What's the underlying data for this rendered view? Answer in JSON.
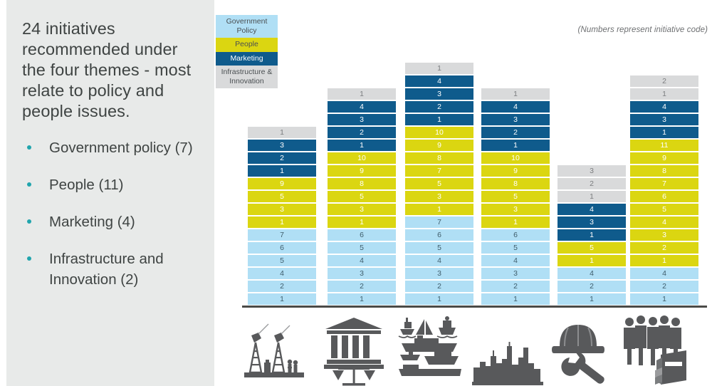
{
  "slide": {
    "headline": "24 initiatives recommended under the four themes - most relate to policy and people issues.",
    "bullets": [
      {
        "label": "Government policy (7)"
      },
      {
        "label": "People (11)"
      },
      {
        "label": "Marketing (4)"
      },
      {
        "label": "Infrastructure and Innovation (2)"
      }
    ],
    "note": "(Numbers represent initiative code)",
    "bullet_color": "#21a5ad",
    "panel_bg": "#e8eae9",
    "text_color": "#3f4443"
  },
  "legend": {
    "items": [
      {
        "label": "Government Policy",
        "key": "gov",
        "color": "#b0dff5"
      },
      {
        "label": "People",
        "key": "people",
        "color": "#dbd611"
      },
      {
        "label": "Marketing",
        "key": "mkt",
        "color": "#0f5b8c"
      },
      {
        "label": "Infrastructure & Innovation",
        "key": "infra",
        "color": "#d9dadb"
      }
    ]
  },
  "chart_data": {
    "type": "bar",
    "title": "",
    "xlabel": "",
    "ylabel": "",
    "annotation": "(Numbers represent initiative code)",
    "categories": [
      "Oil & Gas Exploration",
      "Government & Legal",
      "Maritime & Shipping",
      "Urban Infrastructure",
      "Construction & Trades",
      "Workforce & Education"
    ],
    "stack_order_bottom_to_top": [
      "Government Policy",
      "People",
      "Marketing",
      "Infrastructure & Innovation"
    ],
    "legend_position": "top-left",
    "grid": false,
    "columns": [
      {
        "name": "Oil & Gas Exploration",
        "icon": "oil-rig-icon",
        "segments": [
          {
            "theme": "infra",
            "values": [
              1
            ]
          },
          {
            "theme": "mkt",
            "values": [
              3,
              2,
              1
            ]
          },
          {
            "theme": "people",
            "values": [
              9,
              5,
              3,
              1
            ]
          },
          {
            "theme": "gov",
            "values": [
              7,
              6,
              5,
              4,
              2,
              1
            ]
          }
        ]
      },
      {
        "name": "Government & Legal",
        "icon": "courthouse-scales-icon",
        "segments": [
          {
            "theme": "infra",
            "values": [
              1
            ]
          },
          {
            "theme": "mkt",
            "values": [
              4,
              3,
              2,
              1
            ]
          },
          {
            "theme": "people",
            "values": [
              10,
              9,
              8,
              5,
              3,
              1
            ]
          },
          {
            "theme": "gov",
            "values": [
              6,
              5,
              4,
              3,
              2,
              1
            ]
          }
        ]
      },
      {
        "name": "Maritime & Shipping",
        "icon": "ships-icon",
        "segments": [
          {
            "theme": "infra",
            "values": [
              1
            ]
          },
          {
            "theme": "mkt",
            "values": [
              4,
              3,
              2,
              1
            ]
          },
          {
            "theme": "people",
            "values": [
              10,
              9,
              8,
              7,
              5,
              3,
              1
            ]
          },
          {
            "theme": "gov",
            "values": [
              7,
              6,
              5,
              4,
              3,
              2,
              1
            ]
          }
        ]
      },
      {
        "name": "Urban Infrastructure",
        "icon": "city-skyline-icon",
        "segments": [
          {
            "theme": "infra",
            "values": [
              1
            ]
          },
          {
            "theme": "mkt",
            "values": [
              4,
              3,
              2,
              1
            ]
          },
          {
            "theme": "people",
            "values": [
              10,
              9,
              8,
              5,
              3,
              1
            ]
          },
          {
            "theme": "gov",
            "values": [
              6,
              5,
              4,
              3,
              2,
              1
            ]
          }
        ]
      },
      {
        "name": "Construction & Trades",
        "icon": "hardhat-wrench-icon",
        "segments": [
          {
            "theme": "infra",
            "values": [
              3,
              2,
              1
            ]
          },
          {
            "theme": "mkt",
            "values": [
              4,
              3,
              1
            ]
          },
          {
            "theme": "people",
            "values": [
              5,
              1
            ]
          },
          {
            "theme": "gov",
            "values": [
              4,
              2,
              1
            ]
          }
        ]
      },
      {
        "name": "Workforce & Education",
        "icon": "people-books-icon",
        "segments": [
          {
            "theme": "infra",
            "values": [
              2,
              1
            ]
          },
          {
            "theme": "mkt",
            "values": [
              4,
              3,
              1
            ]
          },
          {
            "theme": "people",
            "values": [
              11,
              9,
              8,
              7,
              6,
              5,
              4,
              3,
              2,
              1
            ]
          },
          {
            "theme": "gov",
            "values": [
              4,
              2,
              1
            ]
          }
        ]
      }
    ],
    "theme_colors": {
      "gov": "#b0dff5",
      "people": "#dbd611",
      "mkt": "#0f5b8c",
      "infra": "#d9dadb"
    }
  }
}
